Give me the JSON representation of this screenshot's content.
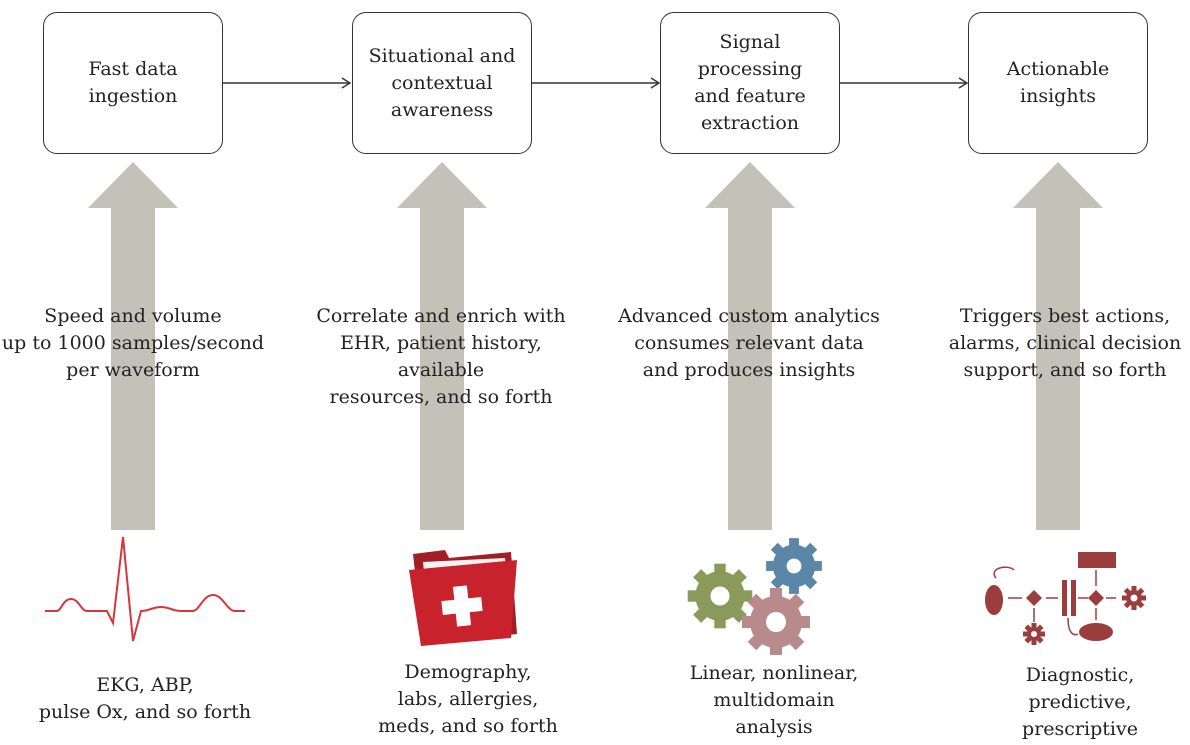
{
  "stages": [
    {
      "title": "Fast data\ningestion",
      "description": "Speed and volume\nup to 1000 samples/second\nper waveform",
      "icon": "ekg-waveform-icon",
      "caption": "EKG, ABP,\npulse Ox, and so forth"
    },
    {
      "title": "Situational and\ncontextual\nawareness",
      "description": "Correlate and enrich with\nEHR, patient history, available\nresources, and so forth",
      "icon": "medical-folder-icon",
      "caption": "Demography,\nlabs, allergies,\nmeds, and so forth"
    },
    {
      "title": "Signal processing\nand feature\nextraction",
      "description": "Advanced custom analytics\nconsumes relevant data\nand produces insights",
      "icon": "gears-icon",
      "caption": "Linear, nonlinear,\nmultidomain\nanalysis"
    },
    {
      "title": "Actionable\ninsights",
      "description": "Triggers best actions,\nalarms, clinical decision\nsupport, and so forth",
      "icon": "decision-flowchart-icon",
      "caption": "Diagnostic,\npredictive,\nprescriptive"
    }
  ],
  "colors": {
    "arrow_gray": "#c4c1b9",
    "ekg_red": "#d9353a",
    "folder_red": "#c8232c",
    "gear_green": "#8a9a5b",
    "gear_blue": "#5a86a8",
    "gear_pink": "#b88a8c",
    "flow_maroon": "#9c3d3d"
  }
}
